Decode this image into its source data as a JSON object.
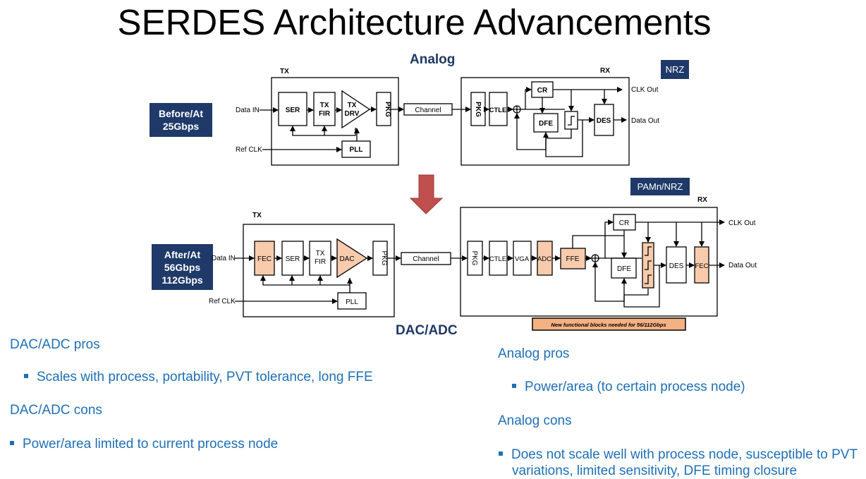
{
  "title": "SERDES Architecture Advancements",
  "top_diagram": {
    "heading": "Analog",
    "mode_tag": "NRZ",
    "rate_tag": "Before/At\n25Gbps",
    "tx_label": "TX",
    "rx_label": "RX",
    "data_in": "Data IN",
    "ref_clk": "Ref CLK",
    "blocks": {
      "ser": "SER",
      "tx_fir": "TX\nFIR",
      "tx_drv": "TX\nDRV",
      "pkg": "PKG",
      "channel": "Channel",
      "pkg_rx": "PKG",
      "ctle": "CTLE",
      "cr": "CR",
      "dfe": "DFE",
      "des": "DES",
      "pll": "PLL"
    },
    "clk_out": "CLK Out",
    "data_out": "Data Out"
  },
  "bottom_diagram": {
    "heading": "DAC/ADC",
    "mode_tag": "PAMn/NRZ",
    "rate_tag": "After/At\n56Gbps\n112Gbps",
    "tx_label": "TX",
    "rx_label": "RX",
    "data_in": "Data IN",
    "ref_clk": "Ref CLK",
    "blocks": {
      "fec": "FEC",
      "ser": "SER",
      "tx_fir": "TX\nFIR",
      "dac": "DAC",
      "pkg": "PKG",
      "channel": "Channel",
      "pkg_rx": "PKG",
      "ctle": "CTLE",
      "vga": "VGA",
      "adc": "ADC",
      "ffe": "FFE",
      "cr": "CR",
      "dfe": "DFE",
      "des": "DES",
      "fec_rx": "FEC",
      "pll": "PLL"
    },
    "clk_out": "CLK Out",
    "data_out": "Data Out",
    "note": "New functional blocks needed for 56/112Gbps"
  },
  "left_text": {
    "pros_head": "DAC/ADC pros",
    "pros_items": [
      "Scales with process, portability, PVT tolerance, long FFE"
    ],
    "cons_head": "DAC/ADC cons",
    "cons_items": [
      "Power/area limited to current process node"
    ]
  },
  "right_text": {
    "pros_head": "Analog pros",
    "pros_items": [
      "Power/area (to certain process node)"
    ],
    "cons_head": "Analog cons",
    "cons_items": [
      "Does not scale well with process node, susceptible to PVT variations, limited sensitivity, DFE timing closure"
    ]
  },
  "colors": {
    "tag_bg": "#1f3a68",
    "new_block": "#f8cbad",
    "note_bg": "#f4b183",
    "arrow": "#c0504d",
    "text_blue": "#1f6fb5"
  }
}
